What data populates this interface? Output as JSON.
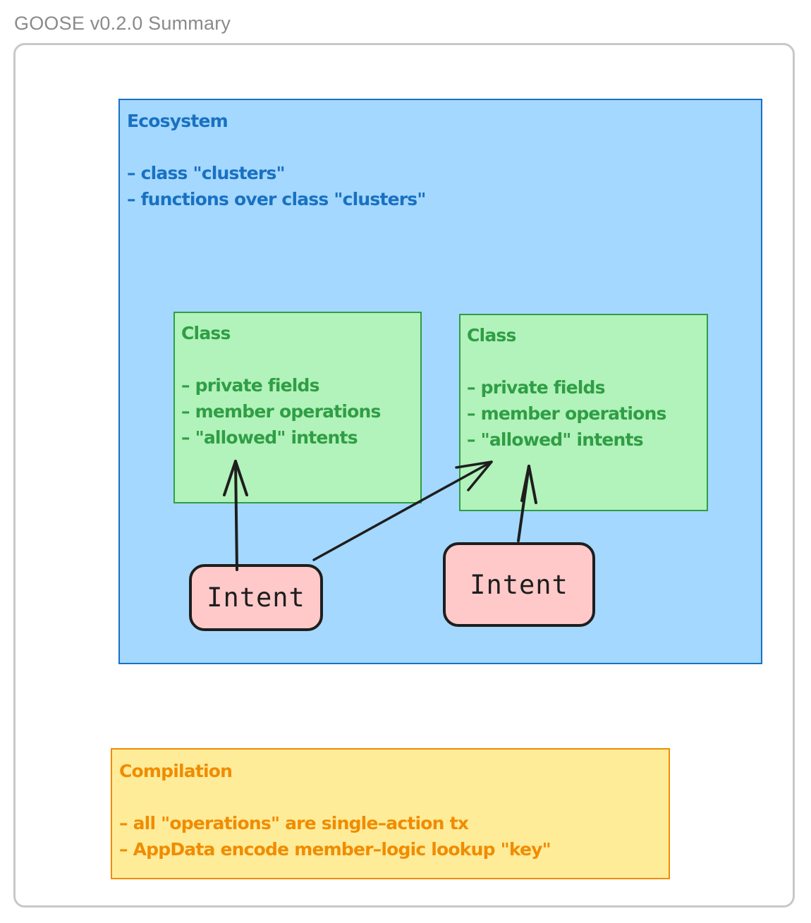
{
  "title": "GOOSE v0.2.0 Summary",
  "ecosystem": {
    "title": "Ecosystem",
    "lines": [
      "– class \"clusters\"",
      "– functions over class \"clusters\""
    ]
  },
  "classes": [
    {
      "title": "Class",
      "lines": [
        "– private fields",
        "– member operations",
        "– \"allowed\" intents"
      ]
    },
    {
      "title": "Class",
      "lines": [
        "– private fields",
        "– member operations",
        "– \"allowed\" intents"
      ]
    }
  ],
  "intents": [
    {
      "label": "Intent"
    },
    {
      "label": "Intent"
    }
  ],
  "compilation": {
    "title": "Compilation",
    "lines": [
      "– all \"operations\" are single–action tx",
      "– AppData encode member–logic lookup \"key\""
    ]
  },
  "colors": {
    "ecosystem_fill": "#a5d8ff",
    "ecosystem_stroke": "#1971c2",
    "class_fill": "#b2f2bb",
    "class_stroke": "#2f9e44",
    "intent_fill": "#ffc9c9",
    "intent_stroke": "#1e1e1e",
    "compilation_fill": "#ffec99",
    "compilation_stroke": "#f08c00",
    "arrow": "#1e1e1e"
  }
}
